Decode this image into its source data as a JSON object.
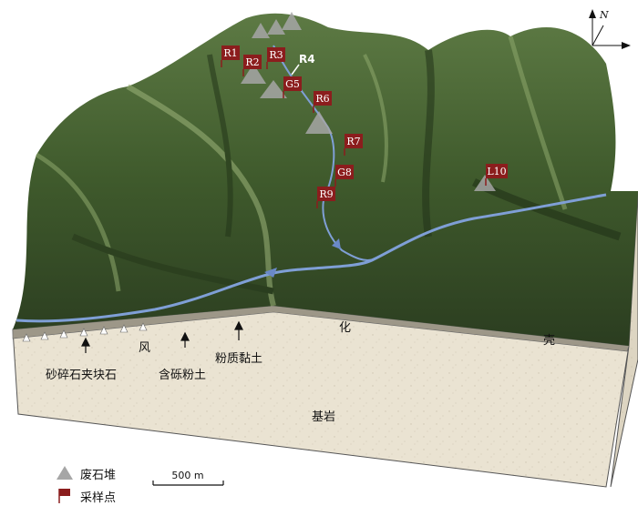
{
  "map": {
    "north_label": "N",
    "stream_color": "#7f9fd6",
    "terrain_color": "#3f5a2c",
    "bedrock_color": "#eae3d2",
    "flag_color": "#8b1d1d",
    "waste_color": "#a6a6a6",
    "samples": [
      "R1",
      "R2",
      "R3",
      "R4",
      "G5",
      "R6",
      "R7",
      "G8",
      "R9",
      "L10"
    ],
    "weathered_layer_labels": {
      "gravel": "砂碎石夹块石",
      "silty_soil_with_gravel": "含砾粉土",
      "silty_clay": "粉质黏土"
    },
    "crust_chars": [
      "风",
      "化",
      "壳"
    ],
    "bedrock_label": "基岩",
    "legend": {
      "waste_pile": "废石堆",
      "sampling_point": "采样点",
      "scale": "500 m"
    }
  }
}
